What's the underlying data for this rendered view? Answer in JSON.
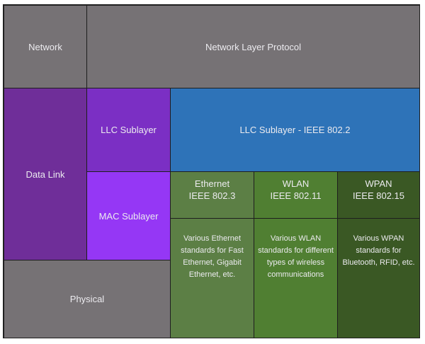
{
  "diagram": {
    "rows": {
      "network": {
        "layer_label": "Network",
        "protocol_label": "Network Layer Protocol"
      },
      "data_link": {
        "layer_label": "Data Link",
        "llc_label": "LLC Sublayer",
        "llc_standard": "LLC Sublayer - IEEE 802.2",
        "mac_label": "MAC Sublayer"
      },
      "physical": {
        "layer_label": "Physical"
      }
    },
    "standards": [
      {
        "name": "Ethernet",
        "ieee": "IEEE 802.3",
        "description": "Various Ethernet standards for Fast Ethernet, Gigabit Ethernet, etc."
      },
      {
        "name": "WLAN",
        "ieee": "IEEE 802.11",
        "description": "Various WLAN standards for different types of wireless communications"
      },
      {
        "name": "WPAN",
        "ieee": "IEEE 802.15",
        "description": "Various WPAN standards for Bluetooth, RFID, etc."
      }
    ],
    "colors": {
      "gray": "#767275",
      "data_link": "#6f2e99",
      "llc": "#7b2fc4",
      "mac": "#9537f5",
      "llc_standard": "#2e73b8",
      "ethernet": "#5c7f45",
      "wlan": "#507f32",
      "wpan": "#3a5824"
    }
  }
}
